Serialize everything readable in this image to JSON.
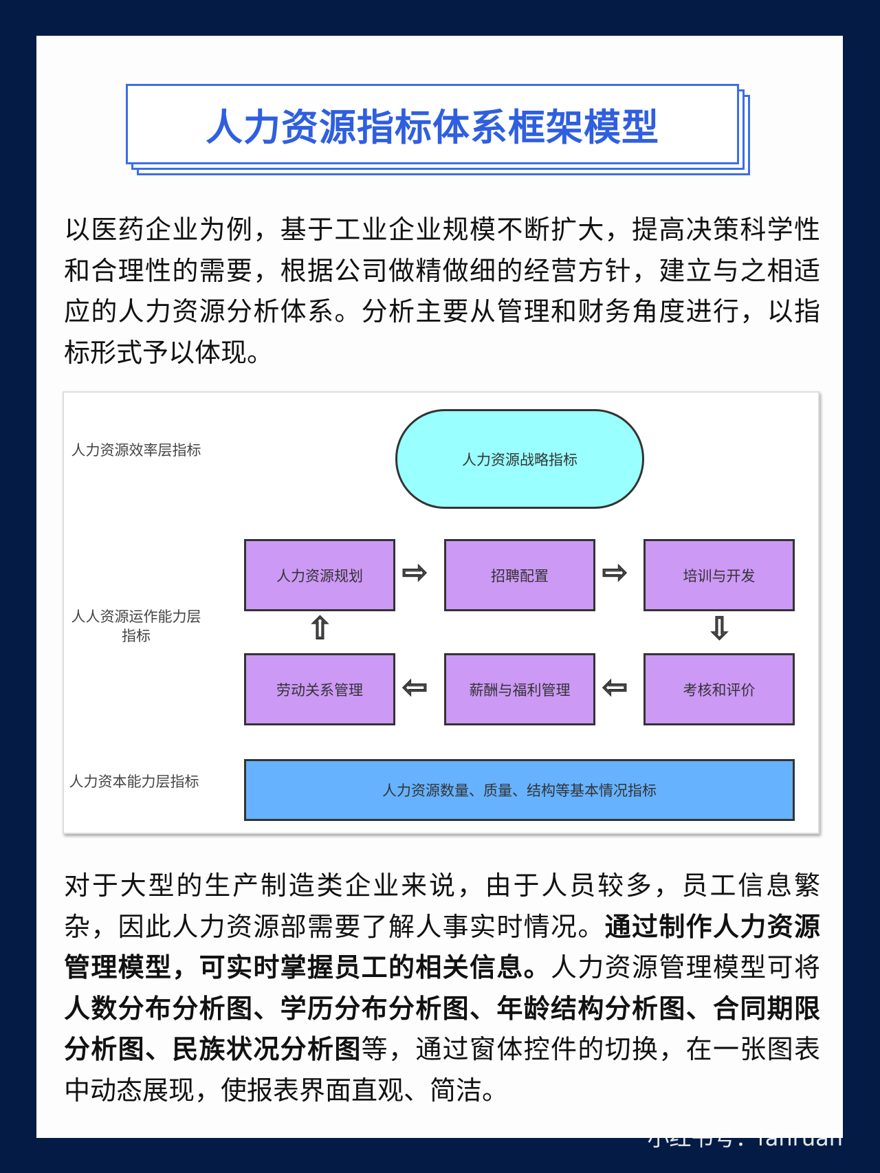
{
  "title": "人力资源指标体系框架模型",
  "intro": "以医药企业为例，基于工业企业规模不断扩大，提高决策科学性和合理性的需要，根据公司做精做细的经营方针，建立与之相适应的人力资源分析体系。分析主要从管理和财务角度进行，以指标形式予以体现。",
  "diagram": {
    "layers": [
      "人力资源效率层指标",
      "人人资源运作能力层指标",
      "人力资本能力层指标"
    ],
    "strategy": "人力资源战略指标",
    "row1": [
      "人力资源规划",
      "招聘配置",
      "培训与开发"
    ],
    "row2": [
      "劳动关系管理",
      "薪酬与福利管理",
      "考核和评价"
    ],
    "base": "人力资源数量、质量、结构等基本情况指标"
  },
  "body": {
    "p1": "对于大型的生产制造类企业来说，由于人员较多，员工信息繁杂，因此人力资源部需要了解人事实时情况。",
    "b1": "通过制作人力资源管理模型，可实时掌握员工的相关信息。",
    "p2": "人力资源管理模型可将",
    "b2": "人数分布分析图、学历分布分析图、年龄结构分析图、合同期限分析图、民族状况分析图",
    "p3": "等，通过窗体控件的切换，在一张图表中动态展现，使报表界面直观、简洁。"
  },
  "watermark": "小红书号：fanruan"
}
